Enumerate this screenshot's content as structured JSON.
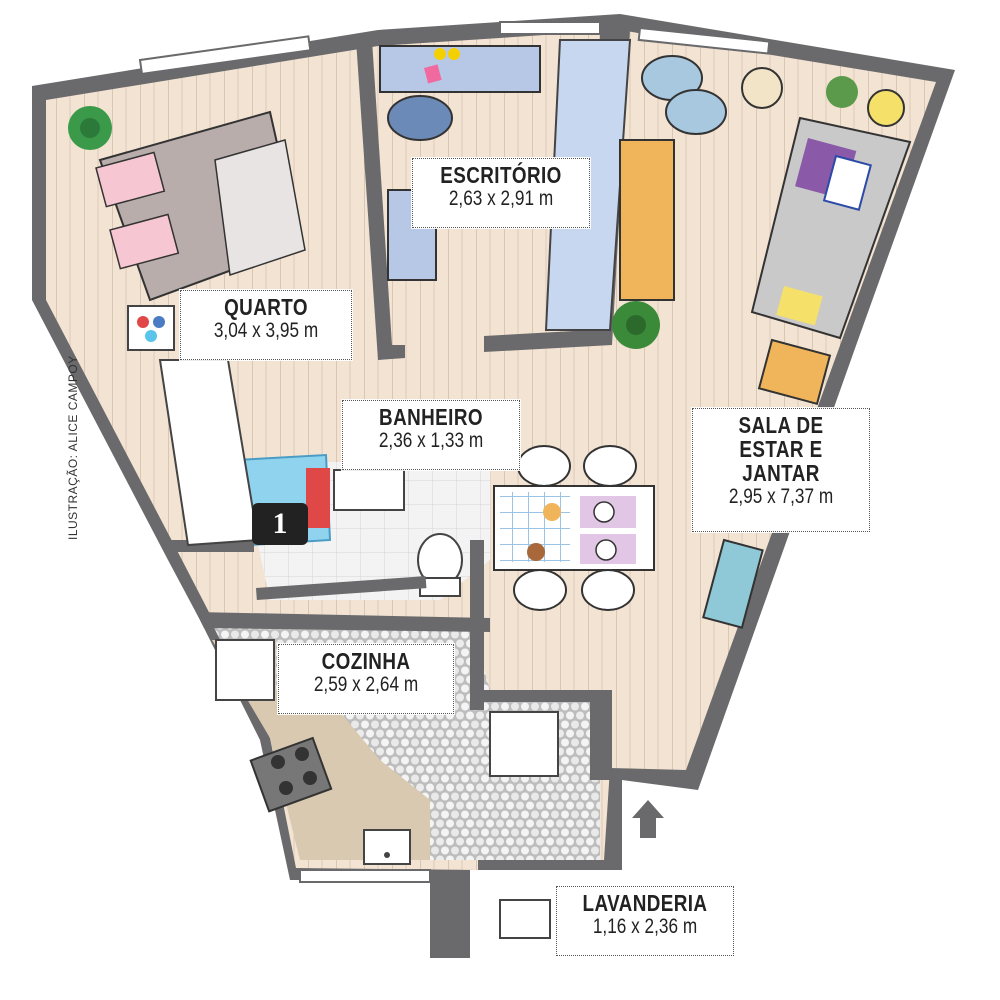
{
  "credit": "ILUSTRAÇÃO: ALICE CAMPOY",
  "marker": "1",
  "colors": {
    "wall": "#6a6a6c",
    "wood": "#f3e3d3",
    "wood_line": "#c9b3a0",
    "tile": "#f1f1f1",
    "hex_floor": "#c9c9c9",
    "counter": "#d9c9b0",
    "bath_blue": "#8fd3ef",
    "bath_red": "#e04848",
    "rug_blue": "#8fc9d8",
    "tv_panel": "#f0b55a",
    "sofa": "#c9c9c9",
    "bed": "#b8adab",
    "desk": "#b7c8e6"
  },
  "rooms": {
    "quarto": {
      "name": "QUARTO",
      "dims": "3,04 x 3,95 m"
    },
    "escritorio": {
      "name": "ESCRITÓRIO",
      "dims": "2,63 x 2,91 m"
    },
    "banheiro": {
      "name": "BANHEIRO",
      "dims": "2,36 x 1,33 m"
    },
    "sala": {
      "name": "SALA DE\nESTAR E\nJANTAR",
      "dims": "2,95 x 7,37 m"
    },
    "cozinha": {
      "name": "COZINHA",
      "dims": "2,59 x 2,64 m"
    },
    "lavanderia": {
      "name": "LAVANDERIA",
      "dims": "1,16 x 2,36 m"
    }
  },
  "icons": [
    "entrance-arrow-icon",
    "plant-icon",
    "stove-icon",
    "sink-icon",
    "toilet-icon"
  ]
}
